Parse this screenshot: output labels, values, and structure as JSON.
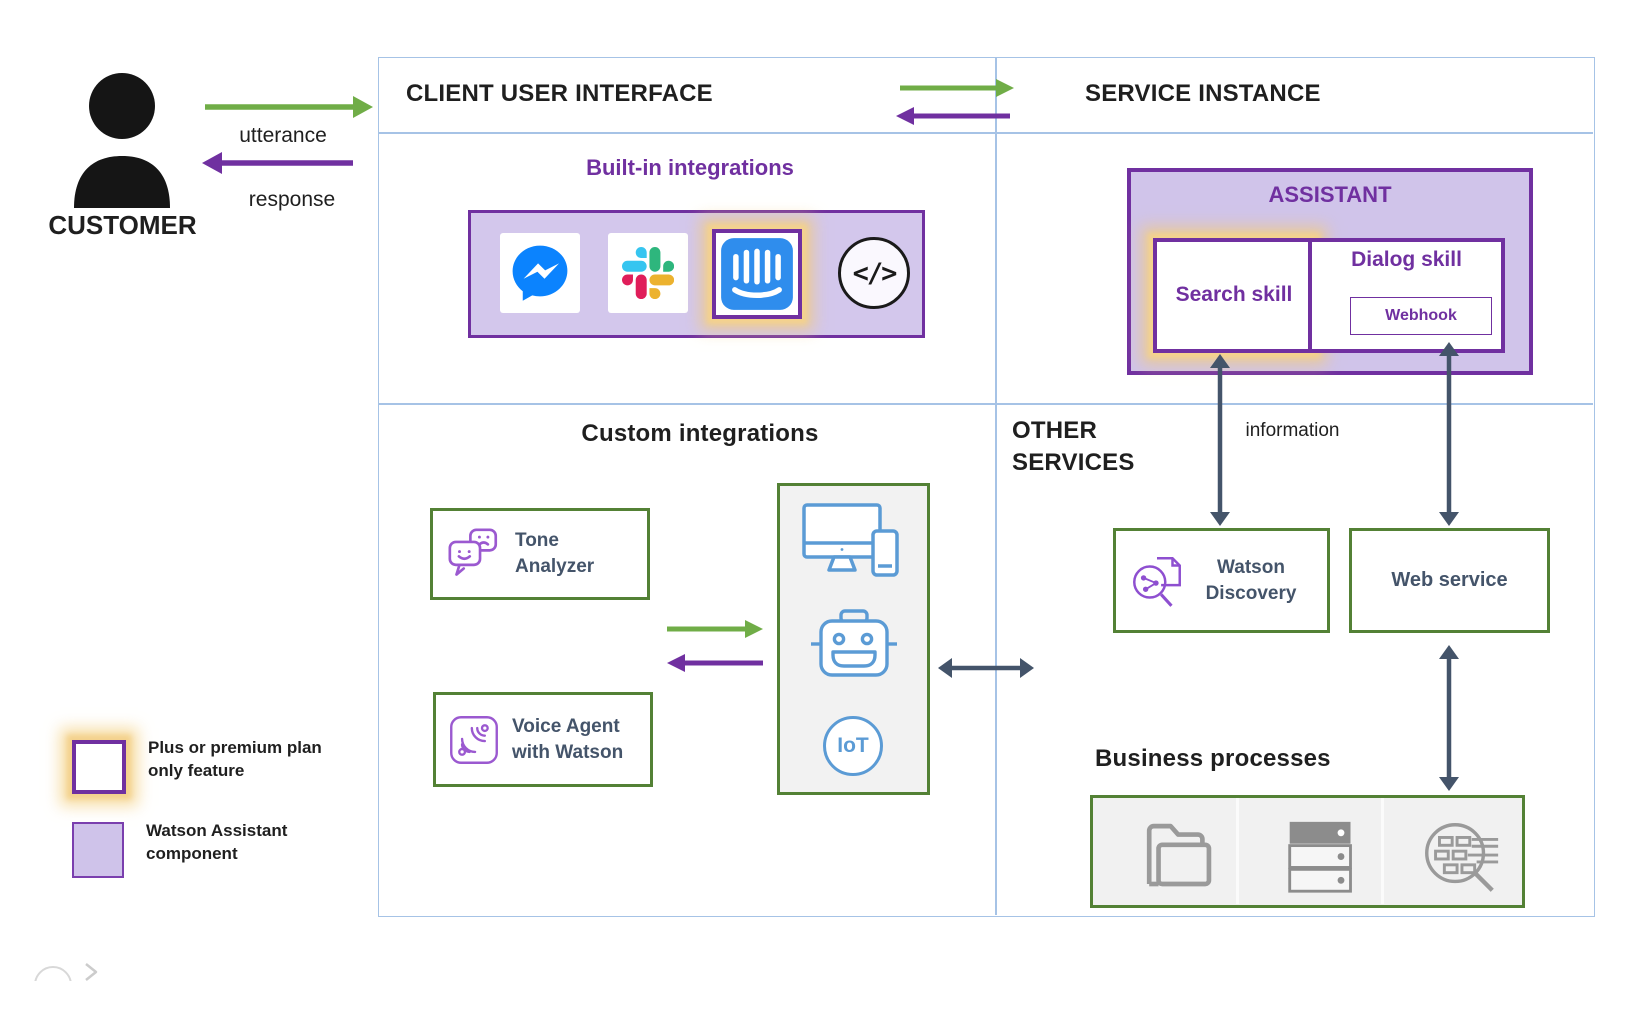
{
  "customer": {
    "label": "CUSTOMER",
    "utterance": "utterance",
    "response": "response"
  },
  "sections": {
    "client_user_interface": "CLIENT USER INTERFACE",
    "service_instance": "SERVICE INSTANCE",
    "built_in_integrations": "Built-in integrations",
    "custom_integrations": "Custom integrations",
    "other_services": "OTHER SERVICES",
    "business_processes": "Business processes"
  },
  "assistant": {
    "title": "ASSISTANT",
    "search_skill": "Search skill",
    "dialog_skill": "Dialog skill",
    "webhook": "Webhook"
  },
  "services": {
    "information": "information",
    "watson_discovery": "Watson Discovery",
    "web_service": "Web service"
  },
  "custom_boxes": {
    "tone_analyzer": "Tone Analyzer",
    "voice_agent": "Voice Agent with Watson"
  },
  "device": {
    "iot_label": "IoT"
  },
  "icons": {
    "code_glyph": "</>",
    "built_in": [
      "facebook-messenger-icon",
      "slack-icon",
      "intercom-icon",
      "custom-code-icon"
    ],
    "device_panel": [
      "desktop-and-phone-icon",
      "robot-icon",
      "iot-icon"
    ],
    "business": [
      "folder-icon",
      "server-icon",
      "data-search-icon"
    ],
    "custom": [
      "tone-analyzer-icon",
      "voice-agent-icon"
    ],
    "other": [
      "watson-discovery-icon",
      "person-icon"
    ]
  },
  "legend": {
    "plus_feature": "Plus or premium plan only feature",
    "watson_component": "Watson Assistant component"
  },
  "colors": {
    "purple": "#7030a0",
    "lavender": "#d3c7ec",
    "green_arrow": "#70ad47",
    "green_border": "#538135",
    "slate": "#44546a",
    "grid_blue": "#a6c3e6",
    "icon_blue": "#5b9bd5",
    "glow_amber": "#f3cc78"
  }
}
